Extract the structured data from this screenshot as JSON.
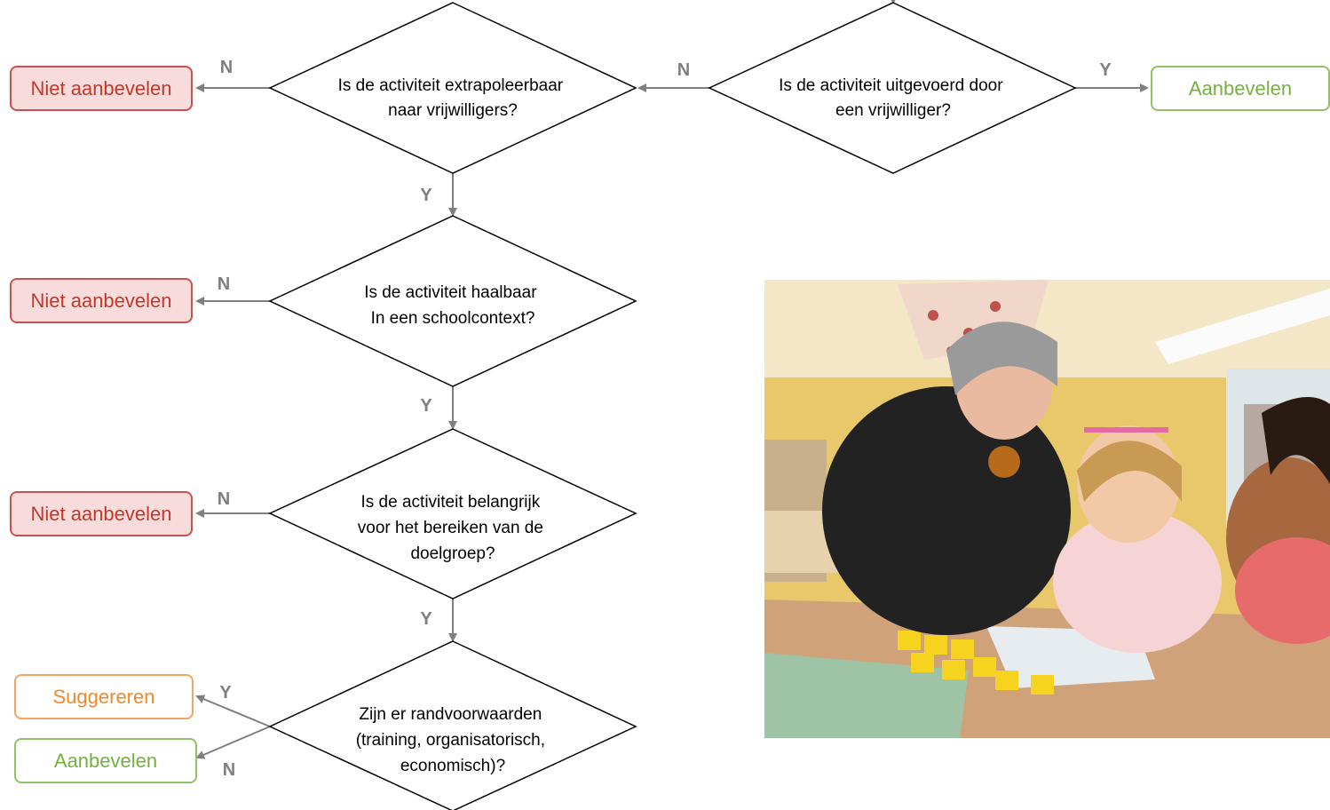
{
  "questions": {
    "q1": [
      "Is de activiteit uitgevoerd door",
      "een vrijwilliger?"
    ],
    "q2": [
      "Is de activiteit extrapoleerbaar",
      "naar vrijwilligers?"
    ],
    "q3": [
      "Is de activiteit haalbaar",
      "In een schoolcontext?"
    ],
    "q4": [
      "Is de activiteit belangrijk",
      "voor het bereiken van de",
      "doelgroep?"
    ],
    "q5": [
      "Zijn er randvoorwaarden",
      "(training, organisatorisch,",
      "economisch)?"
    ]
  },
  "labels": {
    "yes": "Y",
    "no": "N"
  },
  "outcomes": {
    "not_recommend": "Niet aanbevelen",
    "recommend": "Aanbevelen",
    "suggest": "Suggereren"
  },
  "photo": {
    "icon": "classroom-photo",
    "description_hidden": true
  },
  "colors": {
    "red_fill": "#f8dcdc",
    "red_border": "#c9504f",
    "green_border": "#93c068",
    "orange_border": "#f4a460",
    "arrow": "#7f7f7f"
  }
}
